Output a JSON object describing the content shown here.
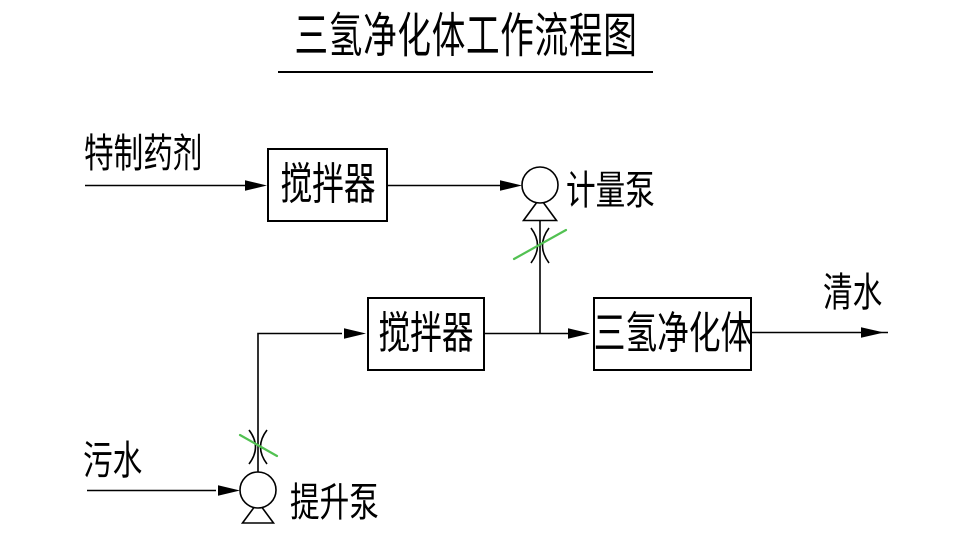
{
  "title": {
    "text": "三氢净化体工作流程图"
  },
  "boxes": {
    "mixer_top": {
      "label": "搅拌器"
    },
    "mixer_middle": {
      "label": "搅拌器"
    },
    "purifier": {
      "label": "三氢净化体"
    }
  },
  "labels": {
    "special_agent": {
      "text": "特制药剂"
    },
    "metering_pump": {
      "text": "计量泵"
    },
    "clean_water": {
      "text": "清水"
    },
    "sewage": {
      "text": "污水"
    },
    "lift_pump": {
      "text": "提升泵"
    }
  },
  "colors": {
    "line_black": "#000000",
    "valve_green": "#52C152",
    "background": "#FFFFFF"
  }
}
